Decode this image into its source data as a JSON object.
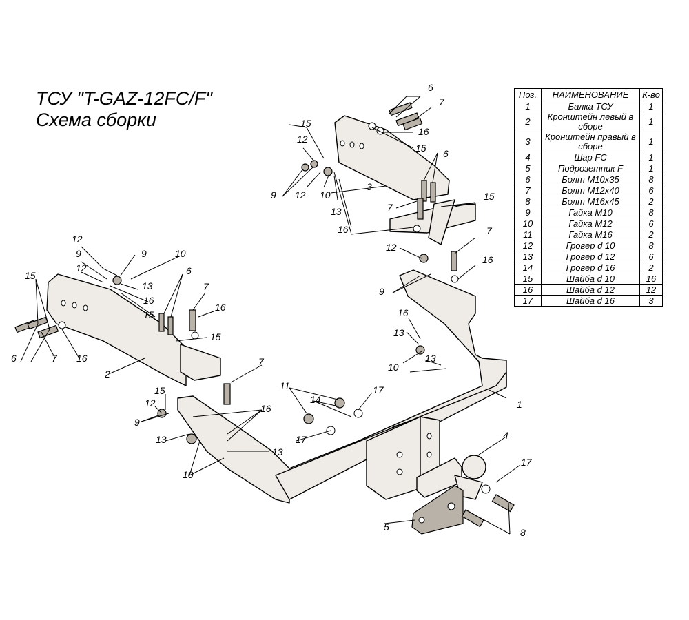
{
  "title": {
    "line1": "ТСУ \"T-GAZ-12FC/F\"",
    "line2": "Схема сборки"
  },
  "table": {
    "headers": [
      "Поз.",
      "НАИМЕНОВАНИЕ",
      "К-во"
    ],
    "rows": [
      {
        "pos": "1",
        "name": "Балка ТСУ",
        "qty": "1"
      },
      {
        "pos": "2",
        "name": "Кронштейн левый в сборе",
        "qty": "1"
      },
      {
        "pos": "3",
        "name": "Кронштейн правый в сборе",
        "qty": "1"
      },
      {
        "pos": "4",
        "name": "Шар FC",
        "qty": "1"
      },
      {
        "pos": "5",
        "name": "Подрозетник F",
        "qty": "1"
      },
      {
        "pos": "6",
        "name": "Болт М10х35",
        "qty": "8"
      },
      {
        "pos": "7",
        "name": "Болт М12х40",
        "qty": "6"
      },
      {
        "pos": "8",
        "name": "Болт М16х45",
        "qty": "2"
      },
      {
        "pos": "9",
        "name": "Гайка М10",
        "qty": "8"
      },
      {
        "pos": "10",
        "name": "Гайка М12",
        "qty": "6"
      },
      {
        "pos": "11",
        "name": "Гайка  М16",
        "qty": "2"
      },
      {
        "pos": "12",
        "name": "Гровер d 10",
        "qty": "8"
      },
      {
        "pos": "13",
        "name": "Гровер d 12",
        "qty": "6"
      },
      {
        "pos": "14",
        "name": "Гровер d 16",
        "qty": "2"
      },
      {
        "pos": "15",
        "name": "Шайба d 10",
        "qty": "16"
      },
      {
        "pos": "16",
        "name": "Шайба d 12",
        "qty": "12"
      },
      {
        "pos": "17",
        "name": "Шайба d 16",
        "qty": "3"
      }
    ]
  },
  "callouts": [
    "1",
    "2",
    "3",
    "4",
    "5",
    "6",
    "7",
    "8",
    "9",
    "10",
    "11",
    "12",
    "13",
    "14",
    "15",
    "16",
    "17"
  ]
}
